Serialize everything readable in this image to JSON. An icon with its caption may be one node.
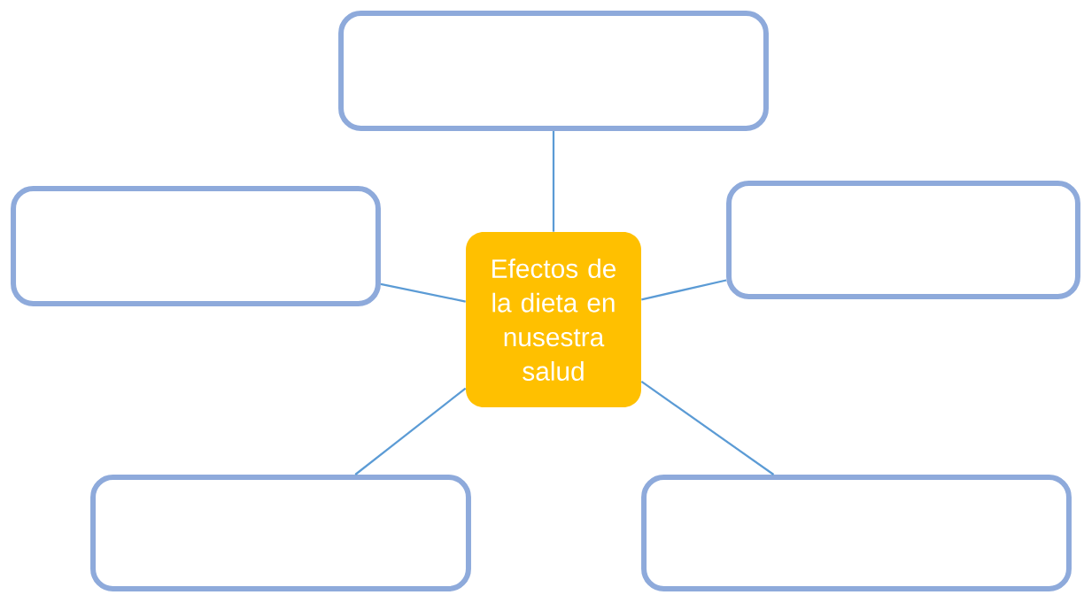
{
  "diagram": {
    "nodes": [
      {
        "text": [],
        "shape": "box"
      },
      {
        "text": [],
        "shape": "box"
      },
      {
        "text": [
          "Efectos de la dieta en nusestra salud"
        ]
      },
      {
        "text": [],
        "shape": "box"
      },
      {
        "text": [],
        "shape": "box"
      },
      {
        "text": [],
        "shape": "box"
      }
    ],
    "edges": [
      {
        "from": 2,
        "to": 0,
        "arrow": "none"
      },
      {
        "from": 2,
        "to": 1,
        "arrow": "none"
      },
      {
        "from": 2,
        "to": 3,
        "arrow": "none"
      },
      {
        "from": 2,
        "to": 4,
        "arrow": "none"
      },
      {
        "from": 2,
        "to": 5,
        "arrow": "none"
      }
    ]
  }
}
